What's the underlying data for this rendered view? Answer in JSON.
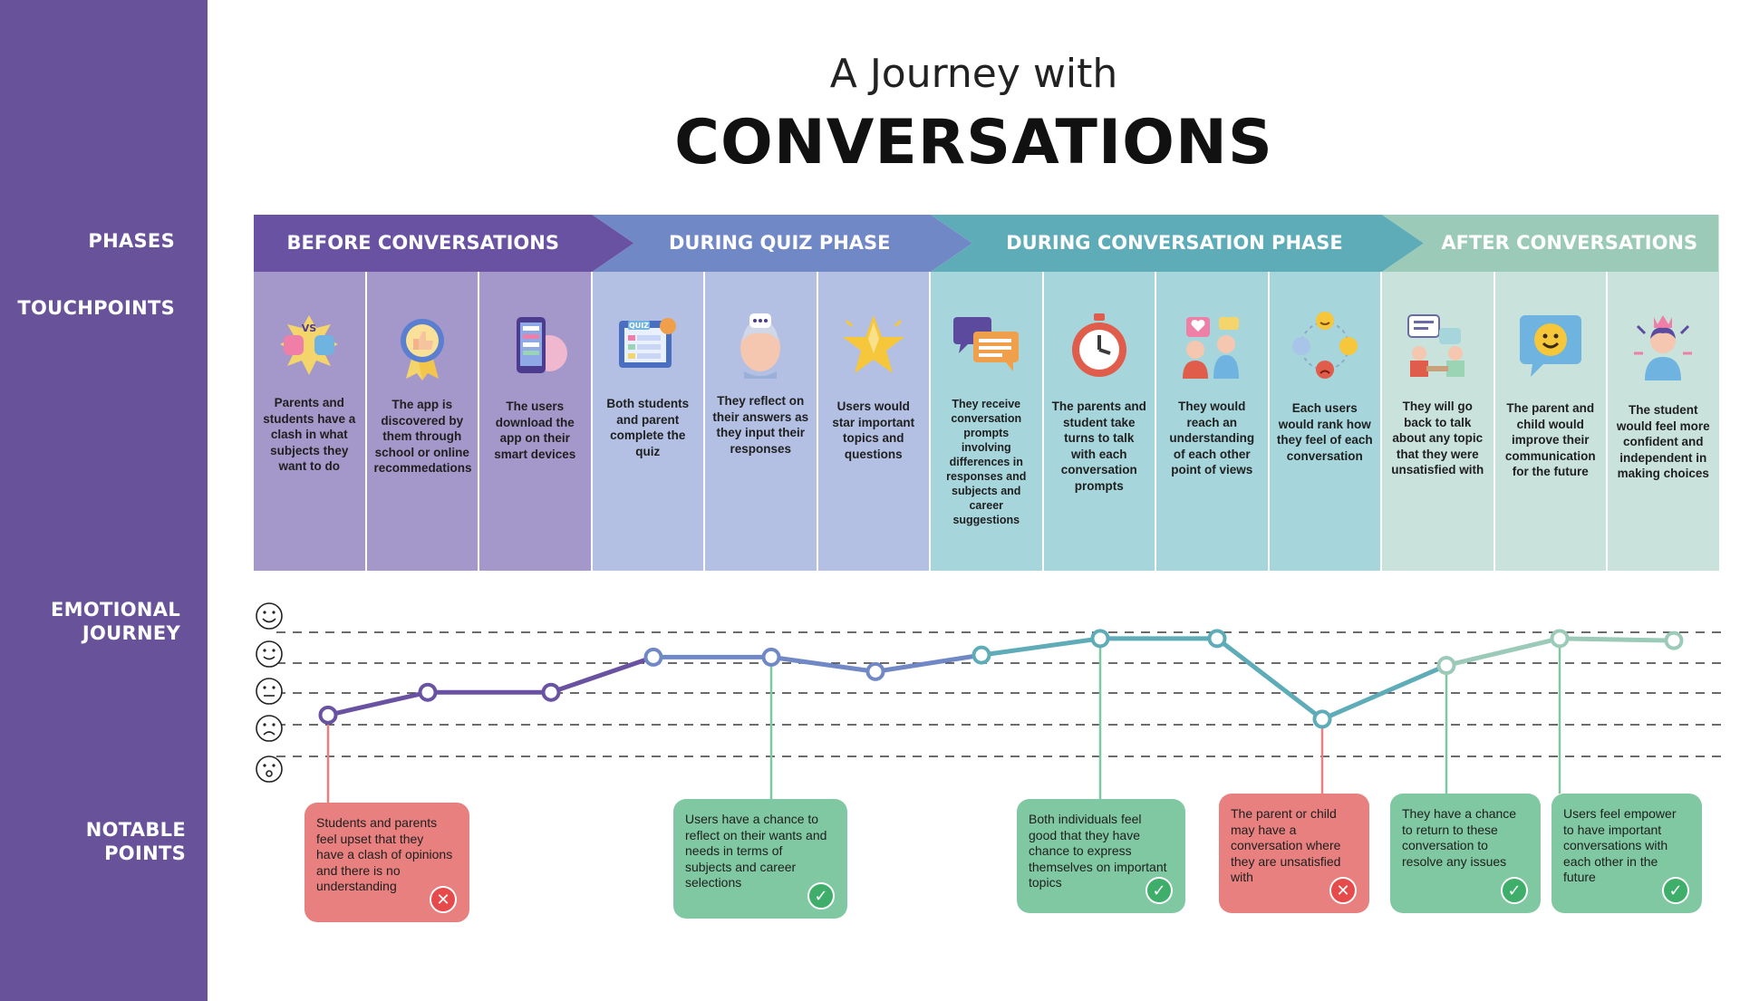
{
  "title": {
    "line1": "A Journey with",
    "line2": "CONVERSATIONS"
  },
  "sidebar": {
    "phases": "PHASES",
    "touchpoints": "TOUCHPOINTS",
    "emotional_line1": "EMOTIONAL",
    "emotional_line2": "JOURNEY",
    "notable": "NOTABLE POINTS"
  },
  "phases": [
    {
      "label": "BEFORE CONVERSATIONS",
      "color": "#6a52a3"
    },
    {
      "label": "DURING QUIZ PHASE",
      "color": "#7188c6"
    },
    {
      "label": "DURING CONVERSATION PHASE",
      "color": "#5eacb8"
    },
    {
      "label": "AFTER CONVERSATIONS",
      "color": "#9ccab8"
    }
  ],
  "touchpoints": [
    {
      "icon": "boxing-gloves-vs-icon",
      "text": "Parents and students have a clash in what subjects they want to do"
    },
    {
      "icon": "thumbs-up-award-icon",
      "text": "The app  is discovered by them through school or online recommedations"
    },
    {
      "icon": "smartphone-download-icon",
      "text": "The users download the app on their smart devices"
    },
    {
      "icon": "quiz-laptop-icon",
      "text": "Both students and parent complete the quiz"
    },
    {
      "icon": "thinking-person-icon",
      "text": "They reflect on their answers as they input their responses"
    },
    {
      "icon": "star-icon",
      "text": "Users would star important topics and questions"
    },
    {
      "icon": "chat-bubbles-icon",
      "text": "They receive conversation prompts involving differences in responses and subjects and career suggestions"
    },
    {
      "icon": "stopwatch-icon",
      "text": "The parents and student take turns to talk with each conversation prompts"
    },
    {
      "icon": "people-heart-icon",
      "text": "They would reach an understanding of each other point of views"
    },
    {
      "icon": "emoji-rating-icon",
      "text": "Each users would rank how they feel of each conversation"
    },
    {
      "icon": "meeting-people-icon",
      "text": "They will go back to talk about any topic that they were unsatisfied with"
    },
    {
      "icon": "smile-chat-icon",
      "text": "The parent and child would improve their communication for the future"
    },
    {
      "icon": "confident-person-icon",
      "text": "The student would feel more confident and independent in making choices"
    }
  ],
  "emotions": {
    "scale": [
      "very happy",
      "happy",
      "neutral",
      "sad",
      "shocked"
    ],
    "levels": [
      1.0,
      1.55,
      1.55,
      2.4,
      2.4,
      2.05,
      2.45,
      2.85,
      2.85,
      0.9,
      2.2,
      2.85,
      2.8
    ]
  },
  "notes": [
    {
      "type": "negative",
      "point": 0,
      "text": "Students and parents feel upset that they have a clash of opinions and there is no understanding"
    },
    {
      "type": "positive",
      "point": 4,
      "text": "Users have a chance to reflect on their wants and needs in terms of subjects and career selections"
    },
    {
      "type": "positive",
      "point": 7,
      "text": "Both individuals feel good that they have chance to express themselves on important topics"
    },
    {
      "type": "negative",
      "point": 9,
      "text": "The parent or child may have a conversation where they are unsatisfied with"
    },
    {
      "type": "positive",
      "point": 10,
      "text": "They have a chance to return to these conversation to resolve any issues"
    },
    {
      "type": "positive",
      "point": 11,
      "text": "Users feel empower to have important conversations with each other in the future"
    }
  ],
  "colors": {
    "sidebar": "#68539b",
    "negative": "#e88080",
    "positive": "#7fc8a1"
  }
}
